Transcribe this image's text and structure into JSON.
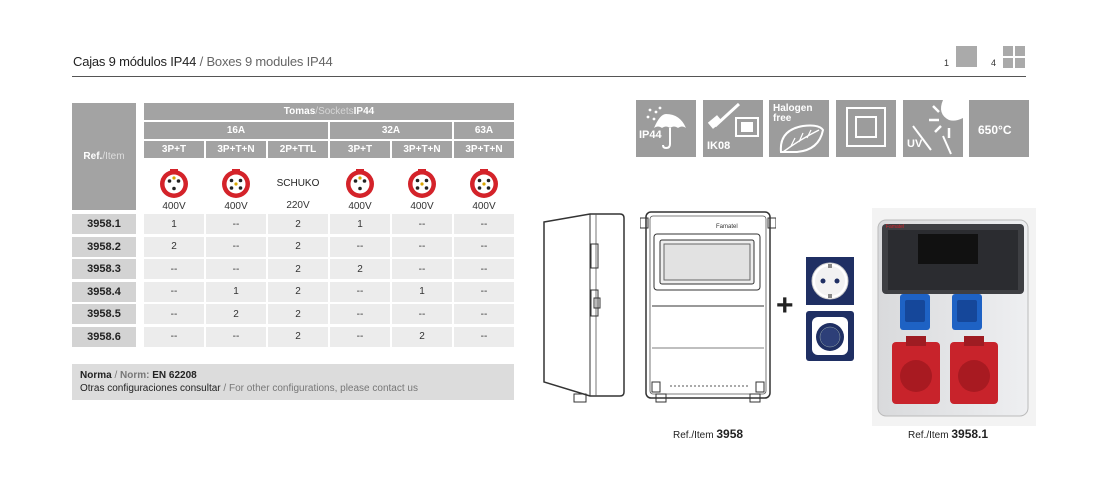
{
  "header": {
    "title_es": "Cajas 9 módulos IP44",
    "separator": " / ",
    "title_en": "Boxes 9 modules IP44",
    "page_numbers": [
      "1",
      "4"
    ]
  },
  "table": {
    "ref_label": "Ref.",
    "ref_label_sep": " / ",
    "ref_label_en": "Item",
    "group_label_es": "Tomas",
    "group_label_en": "Sockets",
    "group_label_ip": "IP44",
    "current_groups": [
      "16A",
      "32A",
      "63A"
    ],
    "columns": [
      "3P+T",
      "3P+T+N",
      "2P+TTL",
      "3P+T",
      "3P+T+N",
      "3P+T+N"
    ],
    "socket_icons": [
      "plug-3pt-icon",
      "plug-3ptn-icon",
      "schuko",
      "plug-3pt-icon",
      "plug-3ptn-icon",
      "plug-3ptn-icon"
    ],
    "schuko_label": "SCHUKO",
    "voltages": [
      "400V",
      "400V",
      "220V",
      "400V",
      "400V",
      "400V"
    ],
    "rows": [
      {
        "ref": "3958.1",
        "cells": [
          "1",
          "--",
          "2",
          "1",
          "--",
          "--"
        ]
      },
      {
        "ref": "3958.2",
        "cells": [
          "2",
          "--",
          "2",
          "--",
          "--",
          "--"
        ]
      },
      {
        "ref": "3958.3",
        "cells": [
          "--",
          "--",
          "2",
          "2",
          "--",
          "--"
        ]
      },
      {
        "ref": "3958.4",
        "cells": [
          "--",
          "1",
          "2",
          "--",
          "1",
          "--"
        ]
      },
      {
        "ref": "3958.5",
        "cells": [
          "--",
          "2",
          "2",
          "--",
          "--",
          "--"
        ]
      },
      {
        "ref": "3958.6",
        "cells": [
          "--",
          "--",
          "2",
          "--",
          "2",
          "--"
        ]
      }
    ]
  },
  "norm": {
    "label_es": "Norma",
    "sep": " / ",
    "label_en": "Norm:",
    "value": " EN 62208",
    "note_es": "Otras configuraciones consultar",
    "note_en": "For other configurations, please contact us"
  },
  "badges": [
    {
      "icon": "umbrella-icon",
      "text": "IP44"
    },
    {
      "icon": "hammer-icon",
      "text": "IK08"
    },
    {
      "icon": "leaf-icon",
      "text": "Halogen free"
    },
    {
      "icon": "double-square-icon",
      "text": ""
    },
    {
      "icon": "sun-icon",
      "text": "UV"
    },
    {
      "icon": "heat-icon",
      "text": "650°C"
    }
  ],
  "products": {
    "plus": "+",
    "box_brand": "Famatel",
    "caption_left_label": "Ref./Item",
    "caption_left_ref": "3958",
    "caption_right_label": "Ref./Item",
    "caption_right_ref": "3958.1"
  },
  "colors": {
    "header_gray": "#a3a3a3",
    "ref_gray": "#d3d3d3",
    "cell_gray": "#ececec",
    "socket_red": "#d4232a",
    "navy": "#1f2f63"
  }
}
